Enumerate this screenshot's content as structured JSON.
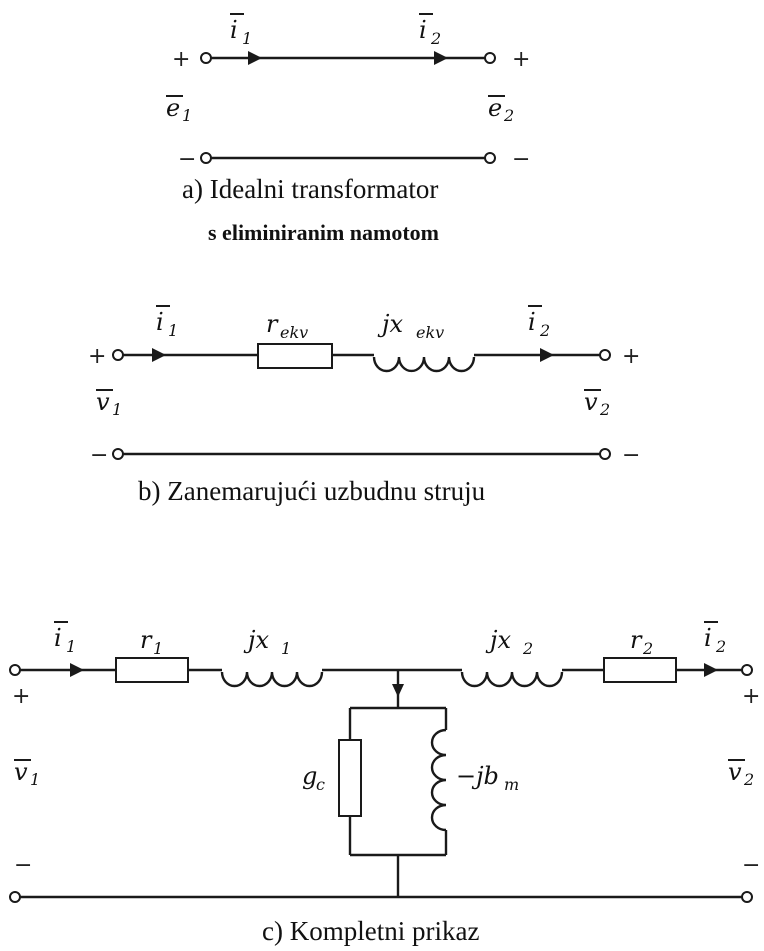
{
  "panel_a": {
    "current_in": "i",
    "current_in_sub": "1",
    "current_out": "i",
    "current_out_sub": "2",
    "voltage_in": "e",
    "voltage_in_sub": "1",
    "voltage_out": "e",
    "voltage_out_sub": "2",
    "plus": "+",
    "minus": "−",
    "caption_line1": "a) Idealni transformator",
    "caption_line2": "s eliminiranim namotom"
  },
  "panel_b": {
    "current_in": "i",
    "current_in_sub": "1",
    "current_out": "i",
    "current_out_sub": "2",
    "resistor": "r",
    "resistor_sub": "ekv",
    "reactance": "jx",
    "reactance_sub": "ekv",
    "voltage_in": "v",
    "voltage_in_sub": "1",
    "voltage_out": "v",
    "voltage_out_sub": "2",
    "plus": "+",
    "minus": "−",
    "caption": "b) Zanemarujući uzbudnu struju"
  },
  "panel_c": {
    "current_in": "i",
    "current_in_sub": "1",
    "current_out": "i",
    "current_out_sub": "2",
    "r1": "r",
    "r1_sub": "1",
    "x1": "jx",
    "x1_sub": "1",
    "x2": "jx",
    "x2_sub": "2",
    "r2": "r",
    "r2_sub": "2",
    "gc": "g",
    "gc_sub": "c",
    "bm": "−jb",
    "bm_sub": "m",
    "voltage_in": "v",
    "voltage_in_sub": "1",
    "voltage_out": "v",
    "voltage_out_sub": "2",
    "plus": "+",
    "minus": "−",
    "caption": "c) Kompletni prikaz"
  }
}
